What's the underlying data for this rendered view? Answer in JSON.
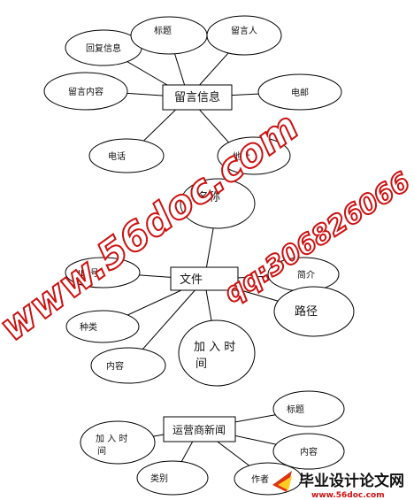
{
  "diagram_1": {
    "entity": "留言信息",
    "attributes": {
      "reply_info": "回复信息",
      "title": "标题",
      "author": "留言人",
      "content": "留言内容",
      "email": "电邮",
      "phone": "电话",
      "address": "地址"
    }
  },
  "diagram_2": {
    "entity": "文件",
    "attributes": {
      "name": "名称",
      "id": "ID 号",
      "intro": "简介",
      "path": "路径",
      "type": "种类",
      "content": "内容",
      "added_time_line1": "加 入 时",
      "added_time_line2": "间"
    }
  },
  "diagram_3": {
    "entity": "运营商新闻",
    "attributes": {
      "title": "标题",
      "added_time_line1": "加 入 时",
      "added_time_line2": "间",
      "content": "内容",
      "category": "类别",
      "author": "作者"
    }
  },
  "watermark": {
    "site": "www.56doc.com",
    "qq": "qq:306826066",
    "logo_text": "毕业设计论文网",
    "logo_url": "www.56doc.com",
    "colors": {
      "red": "#cc1111",
      "blue": "#1144cc"
    }
  }
}
